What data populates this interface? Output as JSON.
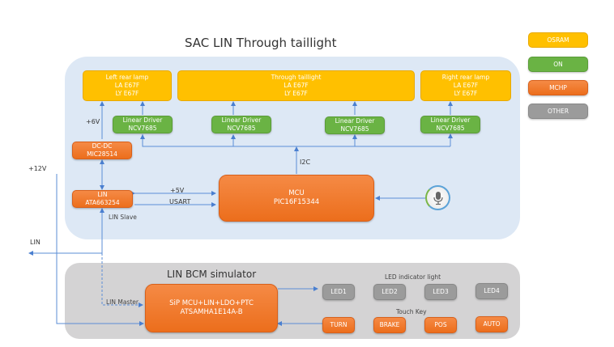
{
  "diagram": {
    "title": "SAC LIN Through taillight",
    "lamps": [
      {
        "name": "Left rear lamp",
        "line1": "LA E67F",
        "line2": "LY E67F"
      },
      {
        "name": "Through taillight",
        "line1": "LA E67F",
        "line2": "LY E67F"
      },
      {
        "name": "Right rear lamp",
        "line1": "LA E67F",
        "line2": "LY E67F"
      }
    ],
    "drivers": [
      {
        "line1": "Linear Driver",
        "line2": "NCV7685"
      },
      {
        "line1": "Linear Driver",
        "line2": "NCV7685"
      },
      {
        "line1": "Linear Driver",
        "line2": "NCV7685"
      },
      {
        "line1": "Linear Driver",
        "line2": "NCV7685"
      }
    ],
    "dcdc": {
      "line1": "DC-DC",
      "line2": "MIC28514"
    },
    "lin": {
      "line1": "LIN",
      "line2": "ATA663254"
    },
    "mcu": {
      "line1": "MCU",
      "line2": "PIC16F15344"
    },
    "labels": {
      "v6": "+6V",
      "v12": "+12V",
      "v5": "+5V",
      "usart": "USART",
      "i2c": "I2C",
      "lin_slave": "LIN Slave",
      "lin_out": "LIN",
      "lin_master": "LIN Master"
    },
    "bcm": {
      "title": "LIN BCM simulator",
      "sip": {
        "line1": "SiP MCU+LIN+LDO+PTC",
        "line2": "ATSAMHA1E14A-B"
      },
      "led_title": "LED indicator light",
      "leds": [
        "LED1",
        "LED2",
        "LED3",
        "LED4"
      ],
      "touch_title": "Touch Key",
      "keys": [
        "TURN",
        "BRAKE",
        "POS",
        "AUTO"
      ]
    },
    "legend": [
      {
        "label": "OSRAM",
        "color": "#ffc000"
      },
      {
        "label": "ON",
        "color": "#6ab344"
      },
      {
        "label": "MCHP",
        "color": "#ef7a2e"
      },
      {
        "label": "OTHER",
        "color": "#9b9b9b"
      }
    ]
  }
}
